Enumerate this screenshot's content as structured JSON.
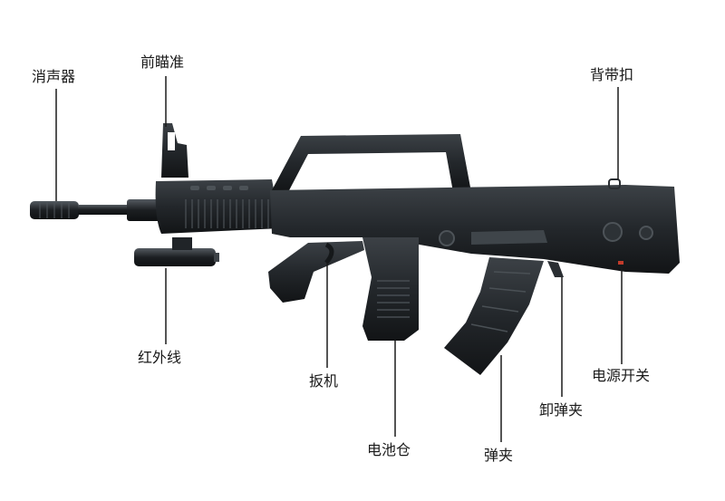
{
  "labels": {
    "suppressor": "消声器",
    "front_sight": "前瞄准",
    "sling_buckle": "背带扣",
    "infrared": "红外线",
    "trigger": "扳机",
    "battery_compartment": "电池仓",
    "magazine": "弹夹",
    "magazine_release": "卸弹夹",
    "power_switch": "电源开关"
  },
  "colors": {
    "body": "#24282c",
    "body_light": "#3a3f44",
    "line": "#1a1a1a",
    "accent": "#c23b2a"
  }
}
